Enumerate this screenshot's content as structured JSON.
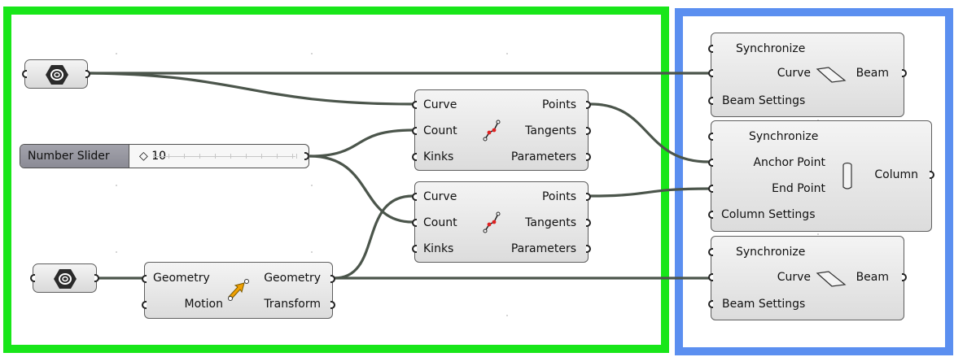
{
  "colors": {
    "group_a_frame": "#18e619",
    "group_b_frame": "#5b8ff0",
    "wire": "#4b554b",
    "component_fill": "#e8e8e8",
    "slider_label_fill": "#9a9aa3",
    "motion_icon_fill": "#f0a000"
  },
  "inputs": {
    "param_top_icon": "geometry-param-icon",
    "param_bottom_icon": "geometry-param-icon"
  },
  "slider": {
    "label": "Number Slider",
    "value": "◇ 10"
  },
  "divide_top": {
    "icon": "divide-curve-icon",
    "inputs": [
      "Curve",
      "Count",
      "Kinks"
    ],
    "outputs": [
      "Points",
      "Tangents",
      "Parameters"
    ]
  },
  "divide_bottom": {
    "icon": "divide-curve-icon",
    "inputs": [
      "Curve",
      "Count",
      "Kinks"
    ],
    "outputs": [
      "Points",
      "Tangents",
      "Parameters"
    ]
  },
  "move": {
    "icon": "move-transform-icon",
    "inputs": [
      "Geometry",
      "Motion"
    ],
    "outputs": [
      "Geometry",
      "Transform"
    ]
  },
  "beam_top": {
    "icon": "beam-icon",
    "inputs": [
      "Synchronize",
      "Curve",
      "Beam Settings"
    ],
    "output": "Beam"
  },
  "column": {
    "icon": "column-icon",
    "inputs": [
      "Synchronize",
      "Anchor Point",
      "End Point",
      "Column Settings"
    ],
    "output": "Column"
  },
  "beam_bottom": {
    "icon": "beam-icon",
    "inputs": [
      "Synchronize",
      "Curve",
      "Beam Settings"
    ],
    "output": "Beam"
  }
}
